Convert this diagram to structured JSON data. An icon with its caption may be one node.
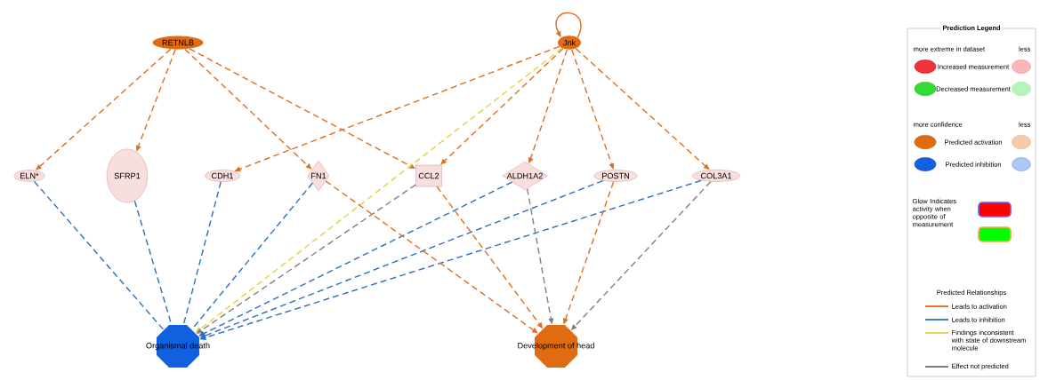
{
  "diagram": {
    "nodes": [
      {
        "text": [
          "RETNLB"
        ]
      },
      {
        "text": [
          "Jnk"
        ]
      },
      {
        "text": [
          "ELN*"
        ]
      },
      {
        "text": [
          "SFRP1"
        ]
      },
      {
        "text": [
          "CDH1"
        ]
      },
      {
        "text": [
          "FN1"
        ]
      },
      {
        "text": [
          "CCL2"
        ]
      },
      {
        "text": [
          "ALDH1A2"
        ]
      },
      {
        "text": [
          "POSTN"
        ]
      },
      {
        "text": [
          "COL3A1"
        ]
      },
      {
        "text": [
          "Organismal death"
        ]
      },
      {
        "text": [
          "Development of head"
        ]
      }
    ],
    "edges": [
      {
        "from": 0,
        "to": 2,
        "arrow": "to",
        "style": "dashed"
      },
      {
        "from": 0,
        "to": 3,
        "arrow": "to",
        "style": "dashed"
      },
      {
        "from": 0,
        "to": 5,
        "arrow": "to",
        "style": "dashed"
      },
      {
        "from": 0,
        "to": 6,
        "arrow": "to",
        "style": "dashed"
      },
      {
        "from": 1,
        "to": 1,
        "arrow": "to"
      },
      {
        "from": 1,
        "to": 4,
        "arrow": "to",
        "style": "dashed"
      },
      {
        "from": 1,
        "to": 6,
        "arrow": "to",
        "style": "dashed"
      },
      {
        "from": 1,
        "to": 7,
        "arrow": "to",
        "style": "dashed"
      },
      {
        "from": 1,
        "to": 8,
        "arrow": "to",
        "style": "dashed"
      },
      {
        "from": 1,
        "to": 9,
        "arrow": "to",
        "style": "dashed"
      },
      {
        "from": 1,
        "to": 10,
        "arrow": "to",
        "style": "dashed",
        "color": "#e6d23c"
      },
      {
        "from": 2,
        "to": 10,
        "arrow": "none",
        "style": "dashed",
        "color": "#2f6fc0"
      },
      {
        "from": 3,
        "to": 10,
        "arrow": "none",
        "style": "dashed",
        "color": "#2f6fc0"
      },
      {
        "from": 4,
        "to": 10,
        "arrow": "none",
        "style": "dashed",
        "color": "#2f6fc0"
      },
      {
        "from": 5,
        "to": 10,
        "arrow": "none",
        "style": "dashed",
        "color": "#2f6fc0"
      },
      {
        "from": 6,
        "to": 10,
        "arrow": "to",
        "style": "dashed",
        "color": "#808080"
      },
      {
        "from": 7,
        "to": 10,
        "arrow": "to",
        "style": "dashed",
        "color": "#2f6fc0"
      },
      {
        "from": 8,
        "to": 10,
        "arrow": "to",
        "style": "dashed",
        "color": "#2f6fc0"
      },
      {
        "from": 9,
        "to": 10,
        "arrow": "to",
        "style": "dashed",
        "color": "#2f6fc0"
      },
      {
        "from": 5,
        "to": 11,
        "arrow": "to",
        "style": "dashed"
      },
      {
        "from": 6,
        "to": 11,
        "arrow": "to",
        "style": "dashed"
      },
      {
        "from": 7,
        "to": 11,
        "arrow": "to",
        "style": "dashed",
        "color": "#808080"
      },
      {
        "from": 8,
        "to": 11,
        "arrow": "to",
        "style": "dashed"
      },
      {
        "from": 9,
        "to": 11,
        "arrow": "to",
        "style": "dashed",
        "color": "#808080"
      }
    ],
    "labels": [
      "Prediction Legend",
      "more extreme in dataset",
      "less",
      "more confidence",
      "less",
      "Predicted Relationships"
    ],
    "legend": [
      {
        "text": "Increased measurement",
        "color": "#f0303a"
      },
      {
        "text": "Decreased measurement",
        "color": "#33dd33"
      },
      {
        "text": "Predicted activation",
        "color": "#e06b10"
      },
      {
        "text": "Predicted inhibition",
        "color": "#1060e0"
      },
      {
        "text": "Glow Indicates activity when opposite of measurement"
      },
      {
        "text": "Leads to activation"
      },
      {
        "text": "Leads to inhibition"
      },
      {
        "text": "Findings inconsistent with state of downstream molecule"
      },
      {
        "text": "Effect not predicted"
      }
    ]
  }
}
